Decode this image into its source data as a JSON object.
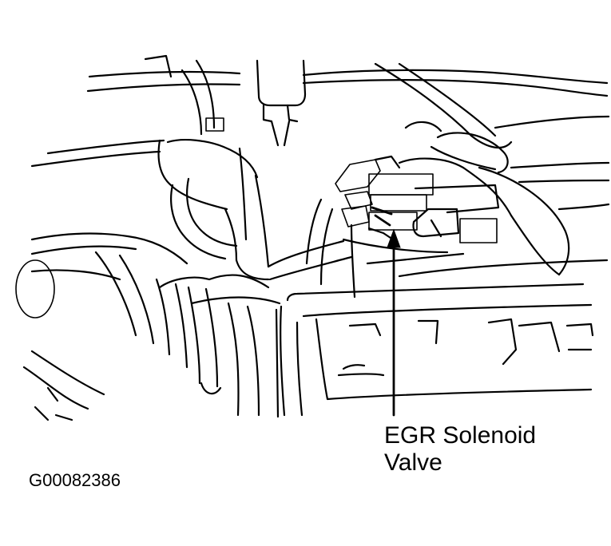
{
  "callout": {
    "line1": "EGR Solenoid",
    "line2": "Valve"
  },
  "figure_id": "G00082386",
  "colors": {
    "ink": "#000000",
    "paper": "#ffffff"
  }
}
